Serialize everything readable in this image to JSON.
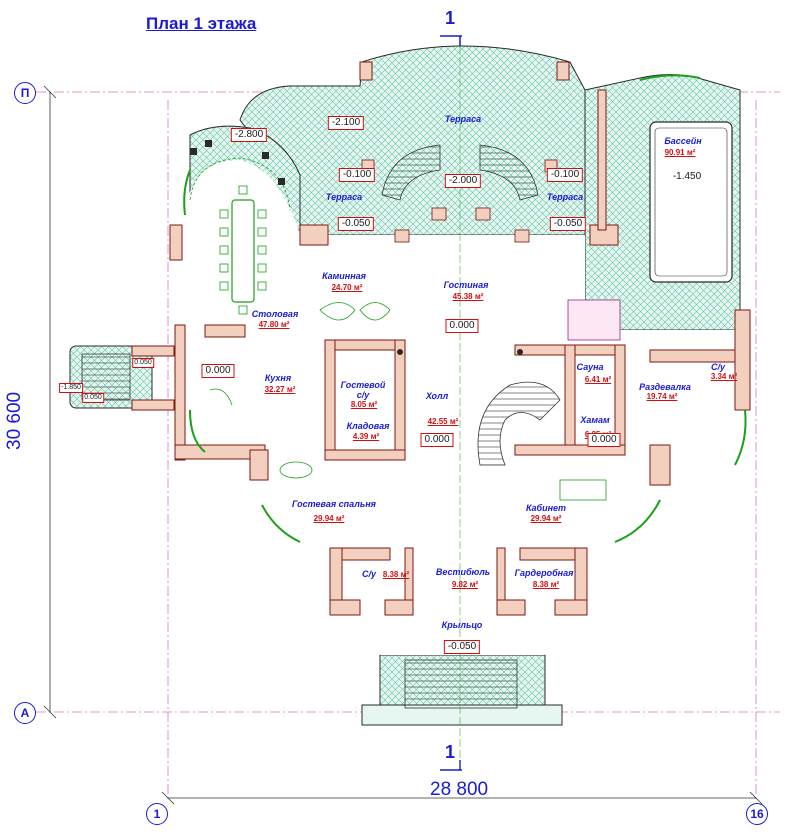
{
  "title": "План 1 этажа",
  "axes": {
    "left": "1",
    "right": "16",
    "top": "П",
    "bottom": "А"
  },
  "section_marks": {
    "top": "1",
    "bottom": "1"
  },
  "dimensions": {
    "width": "28 800",
    "height": "30 600"
  },
  "colors": {
    "wall": "#f3cfc0",
    "wall_stroke": "#7a1a10",
    "hatch": "#64c4a8",
    "blue": "#1a1ad8",
    "red": "#d01010",
    "green": "#1aa01a"
  },
  "rooms": [
    {
      "name": "Терраса",
      "area": ""
    },
    {
      "name": "Терраса",
      "area": ""
    },
    {
      "name": "Терраса",
      "area": ""
    },
    {
      "name": "Бассейн",
      "area": "90.91 м²"
    },
    {
      "name": "Каминная",
      "area": "24.70 м²"
    },
    {
      "name": "Гостиная",
      "area": "45.38 м²"
    },
    {
      "name": "Столовая",
      "area": "47.80 м²"
    },
    {
      "name": "Кухня",
      "area": "32.27 м²"
    },
    {
      "name": "Гостевой\nс/у",
      "area": "8.05 м²"
    },
    {
      "name": "Кладовая",
      "area": "4.39 м²"
    },
    {
      "name": "Холл",
      "area": "42.55 м²"
    },
    {
      "name": "Сауна",
      "area": "6.41 м²"
    },
    {
      "name": "С/у",
      "area": "3.34 м²"
    },
    {
      "name": "Раздевалка",
      "area": "19.74 м²"
    },
    {
      "name": "Хамам",
      "area": "6.25 м²"
    },
    {
      "name": "Гостевая спальня",
      "area": "29.94 м²"
    },
    {
      "name": "Кабинет",
      "area": "29.94 м²"
    },
    {
      "name": "С/у",
      "area": "8.38 м²"
    },
    {
      "name": "Вестибюль",
      "area": "9.82 м²"
    },
    {
      "name": "Гардеробная",
      "area": "8.38 м²"
    },
    {
      "name": "Крыльцо",
      "area": ""
    }
  ],
  "levels": [
    "-2.800",
    "-2.100",
    "-0.100",
    "-2.000",
    "-0.100",
    "-0.050",
    "-0.050",
    "-1.450",
    "0.000",
    "0.000",
    "0.000",
    "0.000",
    "-0.050",
    "-1.850",
    "0.050",
    "0.050"
  ]
}
